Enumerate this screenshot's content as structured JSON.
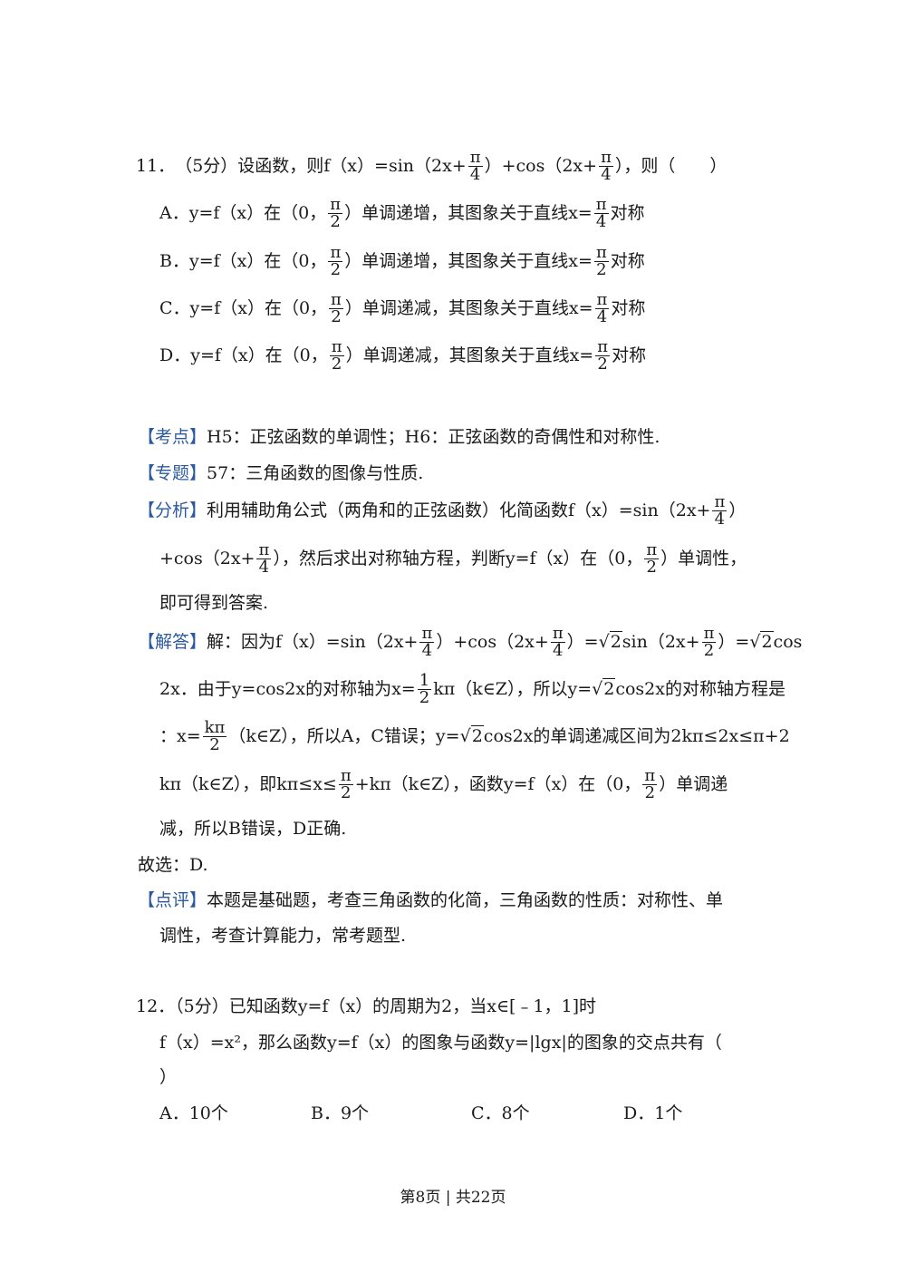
{
  "q11": {
    "num": "11．",
    "stem_a": "（5分）设函数，则f（x）=sin（2x+",
    "pi": "π",
    "four": "4",
    "two": "2",
    "stem_b": "）+cos（2x+",
    "stem_c": "），则（　　）",
    "opt_a_label": "A．y=f（x）在（0，",
    "opt_b_label": "B．y=f（x）在（0，",
    "opt_c_label": "C．y=f（x）在（0，",
    "opt_d_label": "D．y=f（x）在（0，",
    "inc_text": "）单调递增，其图象关于直线x=",
    "dec_text": "）单调递减，其图象关于直线x=",
    "sym": "对称"
  },
  "kaodian": {
    "tag": "【考点】",
    "text": "H5：正弦函数的单调性；H6：正弦函数的奇偶性和对称性."
  },
  "zhuanti": {
    "tag": "【专题】",
    "text": "57：三角函数的图像与性质."
  },
  "fenxi": {
    "tag": "【分析】",
    "l1": "利用辅助角公式（两角和的正弦函数）化简函数f（x）=sin（2x+",
    "l1_end": "）",
    "l2_a": "+cos（2x+",
    "l2_b": "），然后求出对称轴方程，判断y=f（x）在（0，",
    "l2_c": "）单调性，",
    "l3": "即可得到答案."
  },
  "jieda": {
    "tag": "【解答】",
    "l1_a": "解：因为f（x）=sin（2x+",
    "l1_b": "）+cos（2x+",
    "l1_c": "）=",
    "sqrt2": "2",
    "l1_d": "sin（2x+",
    "l1_e": "）=",
    "l1_f": "cos",
    "l2_a": "2x．由于y=cos2x的对称轴为x=",
    "one": "1",
    "l2_b": "kπ（k∈Z），所以y=",
    "l2_c": "cos2x的对称轴方程是",
    "l3_a": "：x=",
    "kpi": "kπ",
    "l3_b": "（k∈Z），所以A，C错误；y=",
    "l3_c": "cos2x的单调递减区间为2kπ≤2x≤π+2",
    "l4_a": "kπ（k∈Z），即",
    "l4_b": "kπ≤x≤",
    "l4_c": "+kπ（k∈Z），函数y=f（x）在（0，",
    "l4_d": "）单调递",
    "l5": "减，所以B错误，D正确."
  },
  "guxuan": "故选：D.",
  "dianping": {
    "tag": "【点评】",
    "l1": "本题是基础题，考查三角函数的化简，三角函数的性质：对称性、单",
    "l2": "调性，考查计算能力，常考题型."
  },
  "q12": {
    "l1": "12．（5分）已知函数y=f（x）的周期为2，当x∈[﹣1，1]时",
    "l2": "f（x）=x²，那么函数y=f（x）的图象与函数y=|lgx|的图象的交点共有（",
    "l3": "）",
    "a": "A．10个",
    "b": "B．9个",
    "c": "C．8个",
    "d": "D．1个"
  },
  "footer": "第8页 | 共22页"
}
